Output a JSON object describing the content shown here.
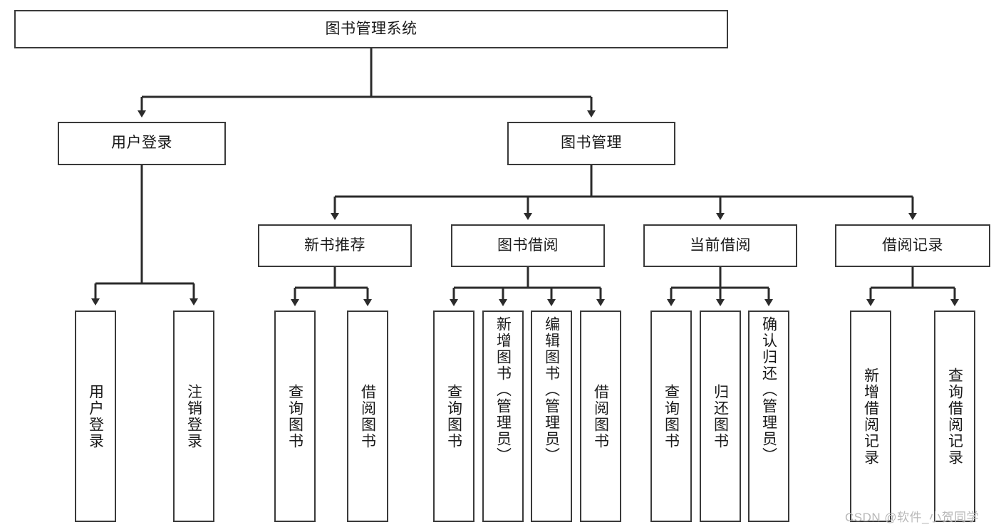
{
  "diagram": {
    "title": "图书管理系统",
    "type": "tree-hierarchy-diagram",
    "colors": {
      "box_border": "#3a3a3a",
      "box_fill": "#ffffff",
      "edge": "#2b2b2b",
      "text": "#1a1a1a",
      "watermark": "#b8b8b8"
    },
    "root": {
      "label": "图书管理系统"
    },
    "level2": [
      {
        "label": "用户登录"
      },
      {
        "label": "图书管理"
      }
    ],
    "level3": [
      {
        "label": "新书推荐"
      },
      {
        "label": "图书借阅"
      },
      {
        "label": "当前借阅"
      },
      {
        "label": "借阅记录"
      }
    ],
    "leaves": {
      "user_login": [
        {
          "label": "用户登录"
        },
        {
          "label": "注销登录"
        }
      ],
      "new_book_recommend": [
        {
          "label": "查询图书"
        },
        {
          "label": "借阅图书"
        }
      ],
      "book_borrow": [
        {
          "label": "查询图书"
        },
        {
          "label": "新增图书（管理员）"
        },
        {
          "label": "编辑图书（管理员）"
        },
        {
          "label": "借阅图书"
        }
      ],
      "current_borrow": [
        {
          "label": "查询图书"
        },
        {
          "label": "归还图书"
        },
        {
          "label": "确认归还（管理员）"
        }
      ],
      "borrow_record": [
        {
          "label": "新增借阅记录"
        },
        {
          "label": "查询借阅记录"
        }
      ]
    }
  },
  "watermark": {
    "text": "CSDN @软件_小贺同学"
  }
}
